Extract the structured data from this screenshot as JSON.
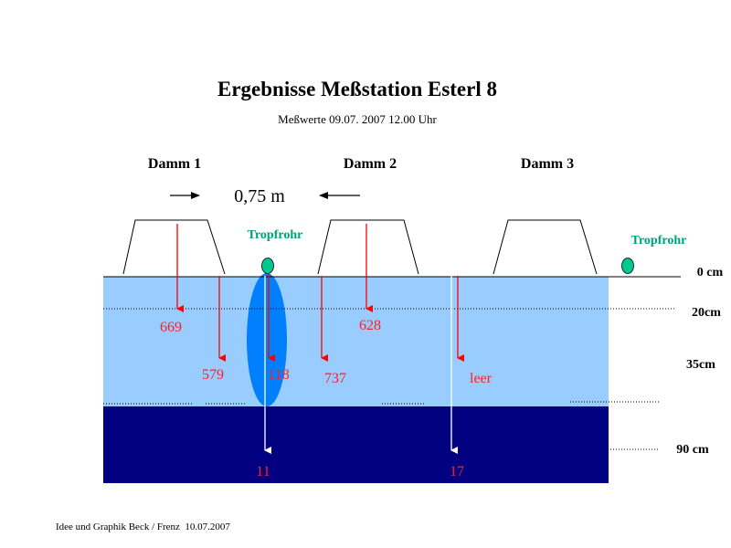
{
  "title": "Ergebnisse Meßstation Esterl 8",
  "subtitle": "Meßwerte 09.07. 2007 12.00 Uhr",
  "dams": [
    "Damm 1",
    "Damm 2",
    "Damm 3"
  ],
  "spacing_label": "0,75 m",
  "drip_labels": [
    "Tropfrohr",
    "Tropfrohr"
  ],
  "depth_labels": [
    "0 cm",
    "20cm",
    "35cm",
    "90 cm"
  ],
  "values_20cm": [
    "669",
    "628"
  ],
  "values_35cm": [
    "579",
    "118",
    "737",
    "leer"
  ],
  "values_90cm": [
    "11",
    "17"
  ],
  "footer": "Idee und Graphik Beck / Frenz  10.07.2007",
  "colors": {
    "upper_soil": "#99ccff",
    "lower_soil": "#000080",
    "drip_zone": "#0080ff",
    "drip_marker": "#00c890",
    "drip_text": "#00a07a",
    "arrow_red": "#ff0000",
    "value_red": "#ff2020",
    "arrow_white": "#ffffff"
  }
}
